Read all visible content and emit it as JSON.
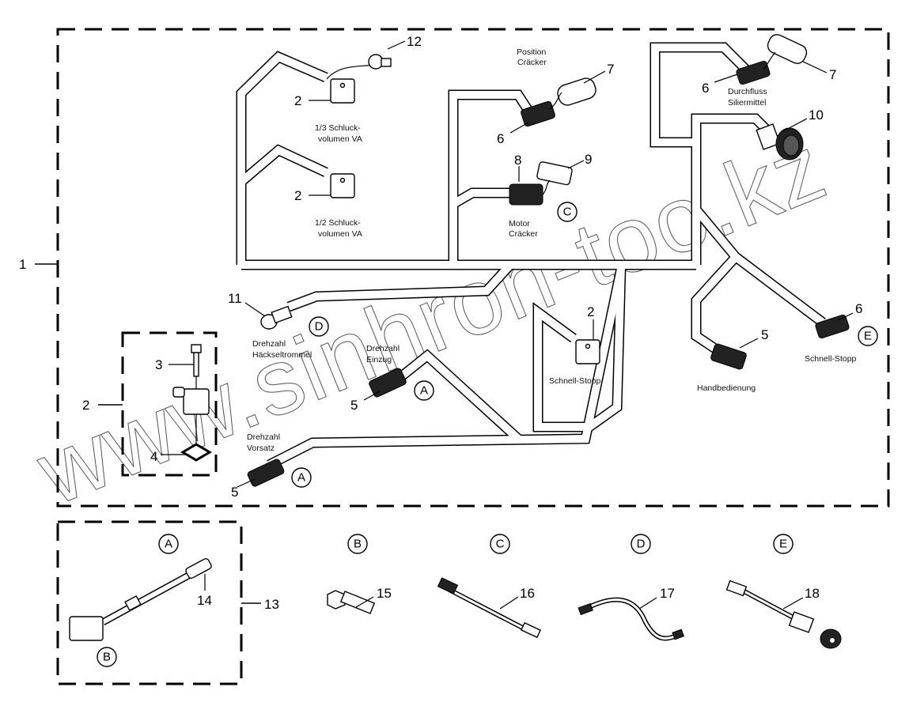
{
  "diagram": {
    "title": "Kabelbaum / wiring harness parts diagram",
    "callouts": {
      "main_assembly": "1",
      "coil_group": "2",
      "coil_upper": "2",
      "coil_lower": "2",
      "coil_schnell": "2",
      "screw": "3",
      "seal": "4",
      "conn_einzug": "5",
      "conn_vorsatz": "5",
      "conn_hand": "5",
      "conn_position": "6",
      "conn_durchfluss": "6",
      "conn_schnell": "6",
      "plug_position": "7",
      "plug_durchfluss": "7",
      "conn_motor": "8",
      "plug_motor": "9",
      "round_connector": "10",
      "sensor_trommel": "11",
      "plug_coil": "12",
      "adapter_kit": "13",
      "adapter_cable": "14",
      "bolt": "15",
      "cable_c": "16",
      "cable_d": "17",
      "cable_e": "18"
    },
    "labels": {
      "coil_upper": [
        "1/3 Schluck-",
        "volumen VA"
      ],
      "coil_lower": [
        "1/2 Schluck-",
        "volumen VA"
      ],
      "position": [
        "Position",
        "Cräcker"
      ],
      "motor": [
        "Motor",
        "Cräcker"
      ],
      "durchfluss": [
        "Durchfluss",
        "Siliermittel"
      ],
      "trommel": [
        "Drehzahl",
        "Häckseltrommel"
      ],
      "einzug": [
        "Drehzahl",
        "Einzug"
      ],
      "vorsatz": [
        "Drehzahl",
        "Vorsatz"
      ],
      "schnell_coil": "Schnell-Stopp",
      "schnell_conn": "Schnell-Stopp",
      "hand": "Handbedienung"
    },
    "references": {
      "C_motor": "C",
      "D_trommel": "D",
      "A_einzug": "A",
      "A_vorsatz": "A",
      "E_schnell": "E",
      "A_kit": "A",
      "B_kit": "B",
      "B_detail": "B",
      "C_detail": "C",
      "D_detail": "D",
      "E_detail": "E"
    },
    "watermark": "www.sinhron-too.kz"
  }
}
